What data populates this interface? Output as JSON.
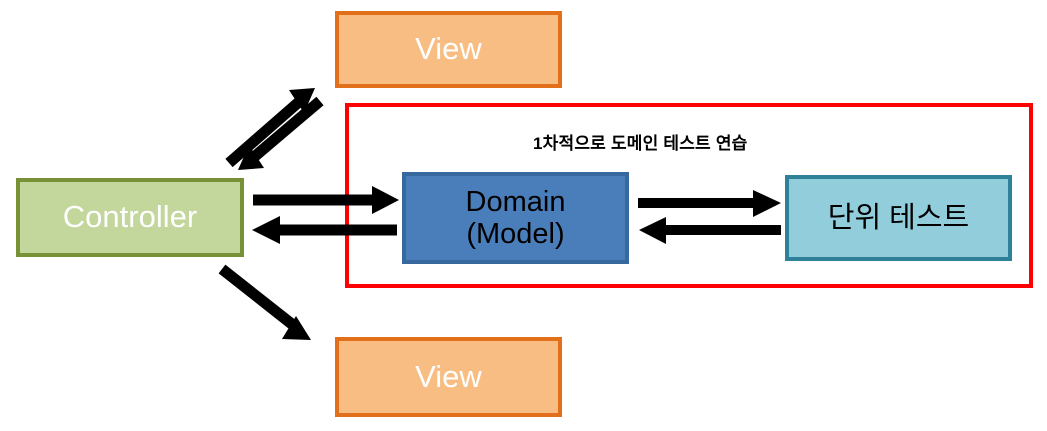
{
  "diagram": {
    "title_caption": "1차적으로 도메인 테스트 연습",
    "nodes": {
      "view_top": {
        "label": "View",
        "fill": "#f8bd82",
        "border": "#e2701a",
        "text_color": "#ffffff"
      },
      "view_bottom": {
        "label": "View",
        "fill": "#f8bd82",
        "border": "#e2701a",
        "text_color": "#ffffff"
      },
      "controller": {
        "label": "Controller",
        "fill": "#c3d69b",
        "border": "#779137",
        "text_color": "#ffffff"
      },
      "domain": {
        "label_line1": "Domain",
        "label_line2": "(Model)",
        "fill": "#4a7ebb",
        "border": "#37699f",
        "text_color": "#000000"
      },
      "unit_test": {
        "label": "단위 테스트",
        "fill": "#92cddc",
        "border": "#2e8198",
        "text_color": "#000000"
      }
    },
    "frame": {
      "name": "domain-test-scope",
      "color": "#fe0000"
    },
    "connectors": [
      {
        "name": "controller-to-view-top",
        "direction": "up-right"
      },
      {
        "name": "view-top-to-controller",
        "direction": "down-left"
      },
      {
        "name": "controller-to-domain",
        "direction": "right"
      },
      {
        "name": "domain-to-controller",
        "direction": "left"
      },
      {
        "name": "domain-to-unit-test",
        "direction": "right"
      },
      {
        "name": "unit-test-to-domain",
        "direction": "left"
      },
      {
        "name": "controller-to-view-bottom",
        "direction": "down-right"
      }
    ]
  }
}
